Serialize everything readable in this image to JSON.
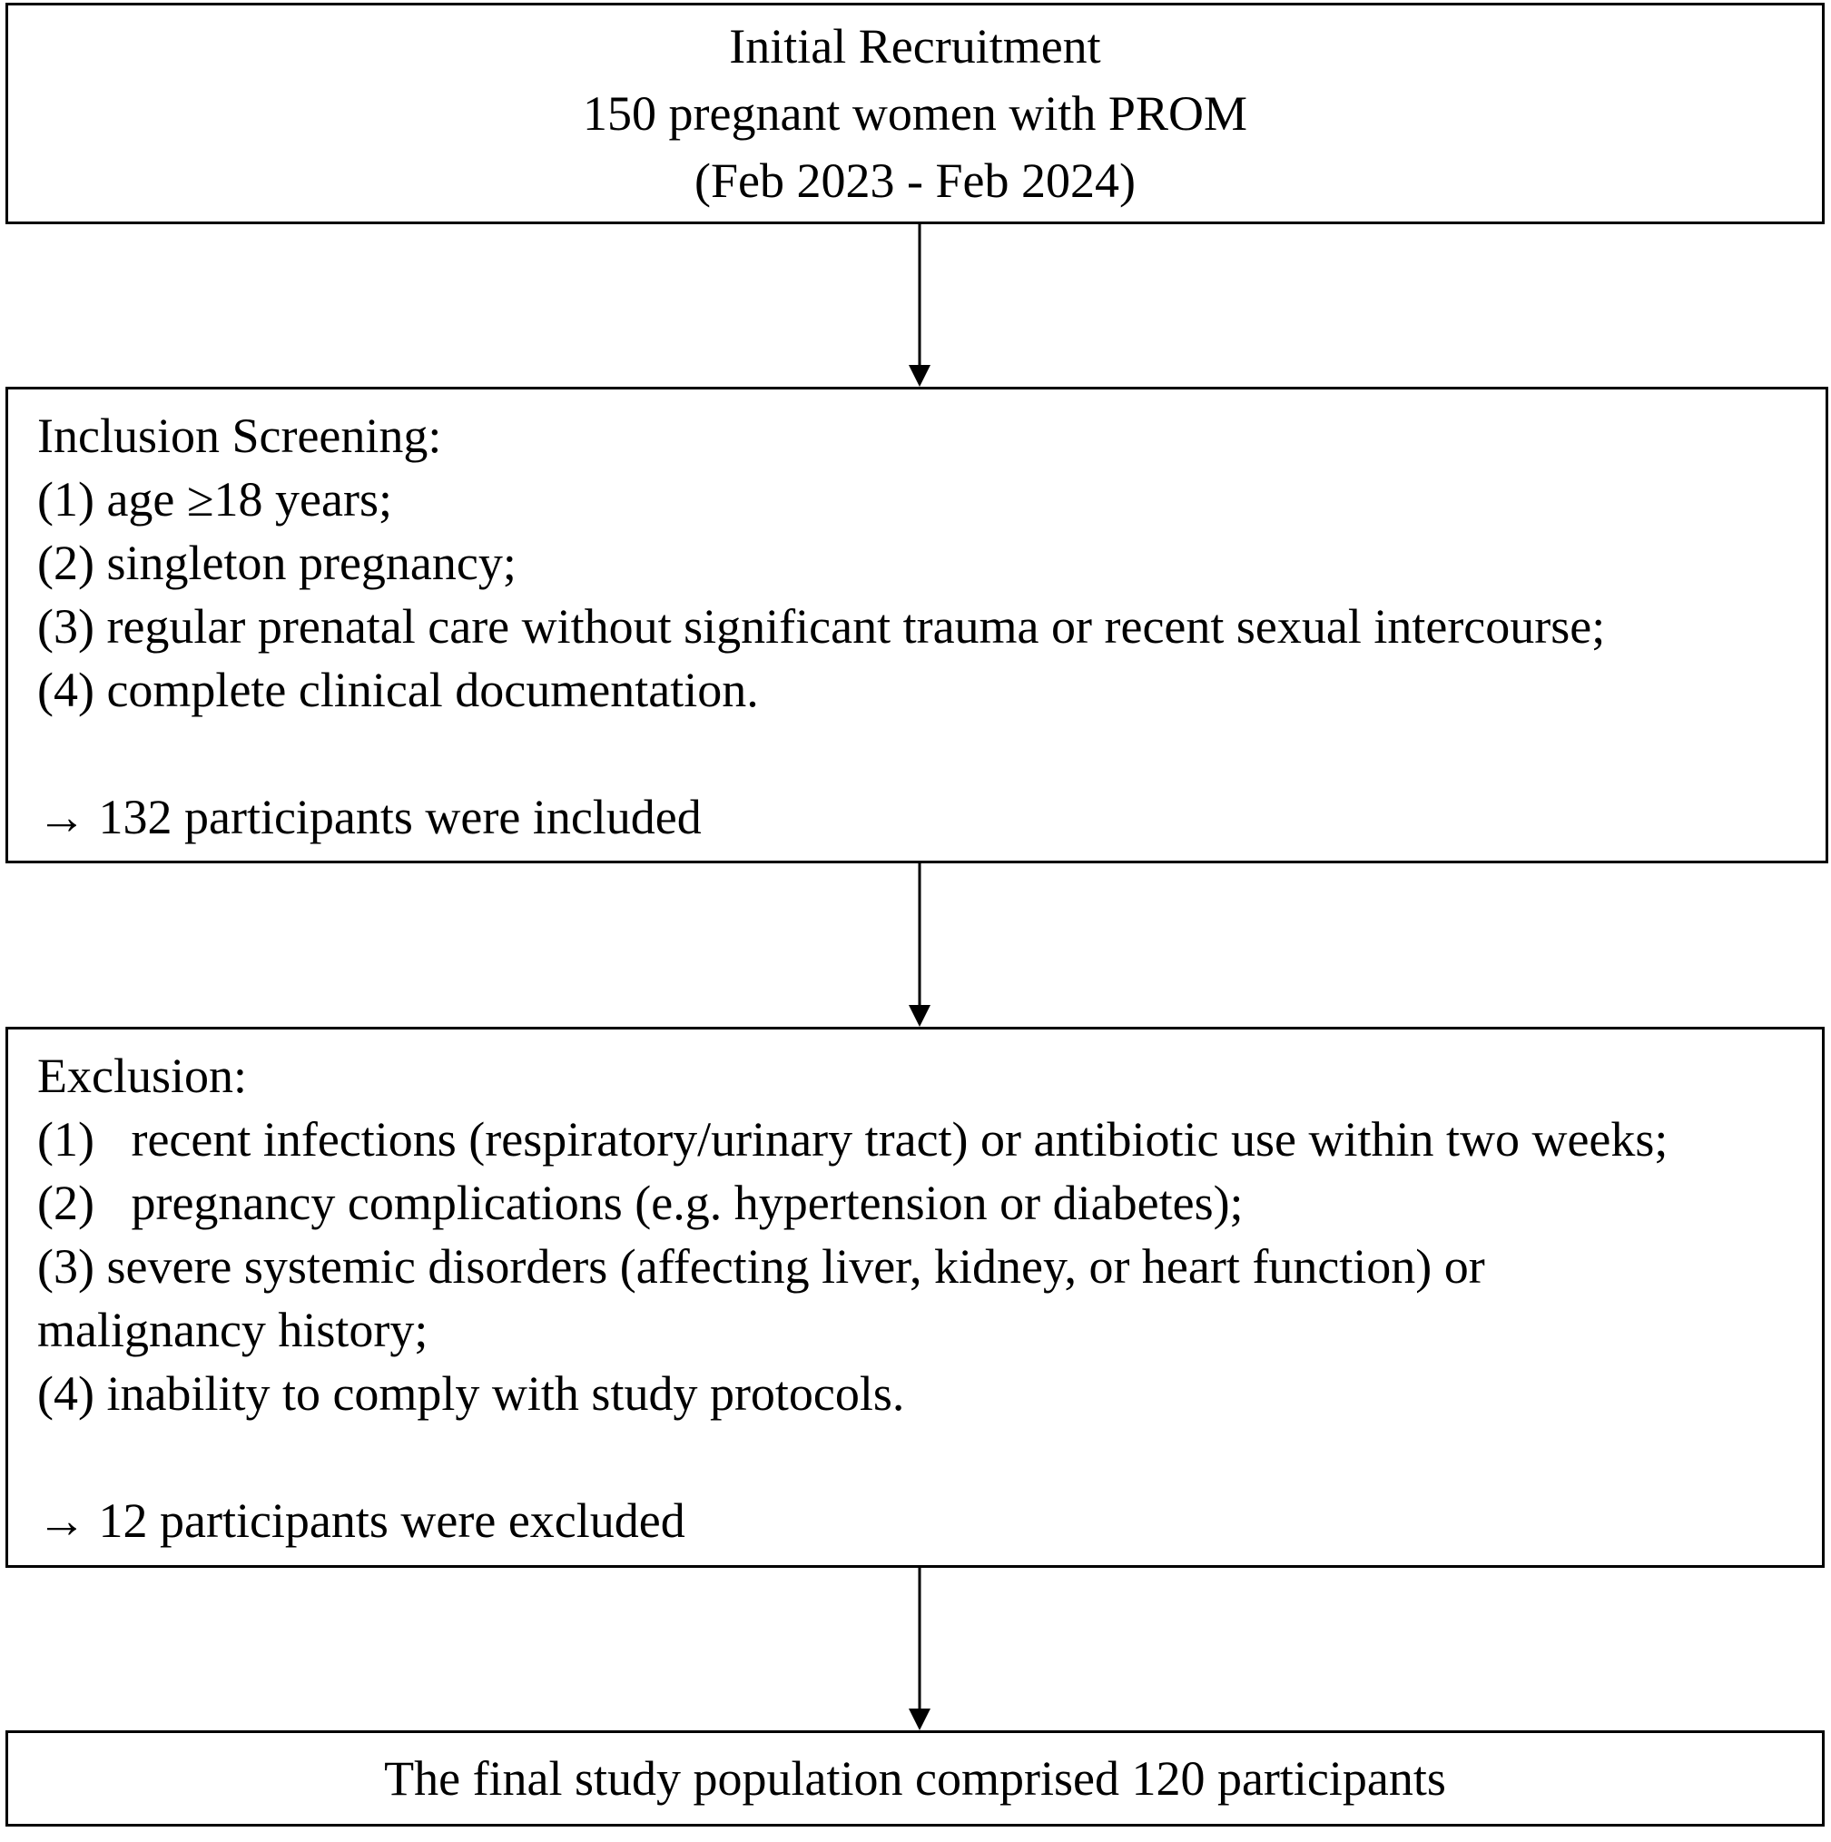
{
  "recruitment": {
    "title": "Initial Recruitment",
    "count_line": "150 pregnant women with PROM",
    "period": "(Feb 2023 - Feb 2024)"
  },
  "inclusion": {
    "heading": "Inclusion Screening:",
    "criteria": [
      "(1) age ≥18 years;",
      "(2) singleton pregnancy;",
      "(3) regular prenatal care without significant trauma or recent sexual intercourse;",
      "(4) complete clinical documentation."
    ],
    "result": "→ 132 participants were included"
  },
  "exclusion": {
    "heading": "Exclusion:",
    "criteria": [
      "(1)   recent infections (respiratory/urinary tract) or antibiotic use within two weeks;",
      "(2)   pregnancy complications (e.g. hypertension or diabetes);",
      "(3) severe systemic disorders (affecting liver, kidney, or heart function) or",
      "malignancy history;",
      "(4) inability to comply with study protocols."
    ],
    "result": "→ 12 participants were excluded"
  },
  "final": {
    "text": "The final study population comprised 120 participants"
  }
}
